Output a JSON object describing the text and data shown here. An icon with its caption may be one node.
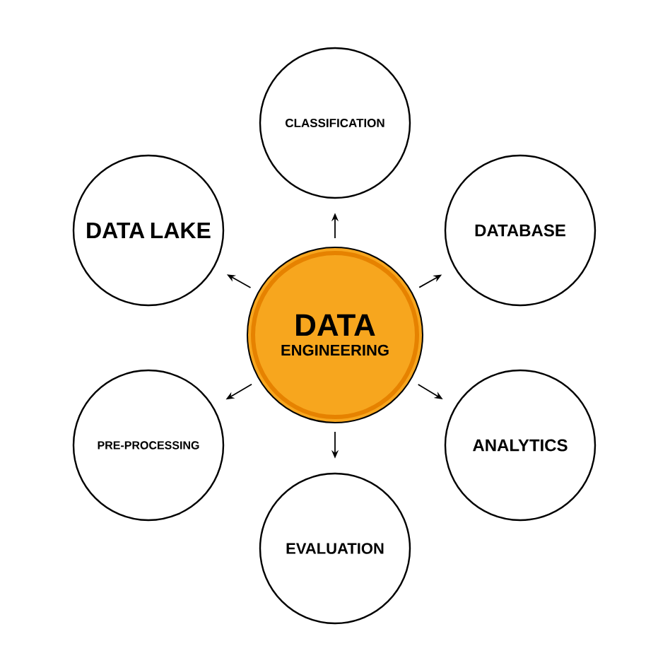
{
  "diagram": {
    "nodes": [
      {
        "text": [
          "DATA",
          "ENGINEERING"
        ]
      },
      {
        "text": [
          "CLASSIFICATION"
        ]
      },
      {
        "text": [
          "DATABASE"
        ]
      },
      {
        "text": [
          "ANALYTICS"
        ]
      },
      {
        "text": [
          "EVALUATION"
        ]
      },
      {
        "text": [
          "PRE-PROCESSING"
        ]
      },
      {
        "text": [
          "DATA LAKE"
        ]
      }
    ],
    "edges": [
      {
        "from": 0,
        "to": 1,
        "arrow": "to"
      },
      {
        "from": 0,
        "to": 2,
        "arrow": "to"
      },
      {
        "from": 0,
        "to": 3,
        "arrow": "to"
      },
      {
        "from": 0,
        "to": 4,
        "arrow": "to"
      },
      {
        "from": 0,
        "to": 5,
        "arrow": "to"
      },
      {
        "from": 0,
        "to": 6,
        "arrow": "to"
      }
    ]
  }
}
